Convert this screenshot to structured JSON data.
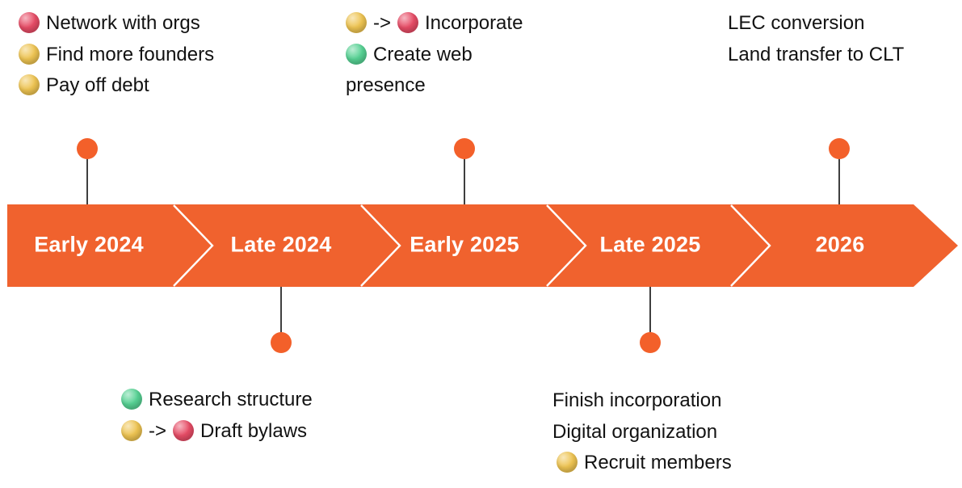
{
  "colors": {
    "banner": "#F0622E",
    "marker": "#F3602A",
    "stem": "#3F3F3F",
    "chevron": "#FFFFFF",
    "text": "#121212",
    "banner_text": "#FFFFFF",
    "dot_red": "#E74C66",
    "dot_yellow": "#EEC452",
    "dot_green": "#57D294"
  },
  "misc": {
    "arrow_text": "->"
  },
  "timeline": {
    "periods": [
      {
        "label": "Early 2024"
      },
      {
        "label": "Late 2024"
      },
      {
        "label": "Early 2025"
      },
      {
        "label": "Late 2025"
      },
      {
        "label": "2026"
      }
    ]
  },
  "annotations": {
    "early_2024_above": {
      "lines": [
        {
          "dots": [
            "red"
          ],
          "text": "Network with orgs"
        },
        {
          "dots": [
            "yellow"
          ],
          "text": "Find more founders"
        },
        {
          "dots": [
            "yellow"
          ],
          "text": "Pay off debt"
        }
      ]
    },
    "early_2025_above": {
      "lines": [
        {
          "dots": [
            "yellow",
            "red"
          ],
          "arrow_between": "->",
          "text": "Incorporate"
        },
        {
          "dots": [
            "green"
          ],
          "text": "Create web presence"
        }
      ]
    },
    "y2026_above": {
      "lines": [
        {
          "dots": [],
          "text": "LEC conversion"
        },
        {
          "dots": [],
          "text": "Land transfer to CLT"
        }
      ]
    },
    "late_2024_below": {
      "lines": [
        {
          "dots": [
            "green"
          ],
          "text": "Research structure"
        },
        {
          "dots": [
            "yellow",
            "red"
          ],
          "arrow_between": "->",
          "text": "Draft bylaws"
        }
      ]
    },
    "late_2025_below": {
      "lines": [
        {
          "dots": [],
          "text": "Finish incorporation"
        },
        {
          "dots": [],
          "text": "Digital organization"
        },
        {
          "dots": [
            "yellow"
          ],
          "text": "Recruit members"
        }
      ]
    }
  }
}
